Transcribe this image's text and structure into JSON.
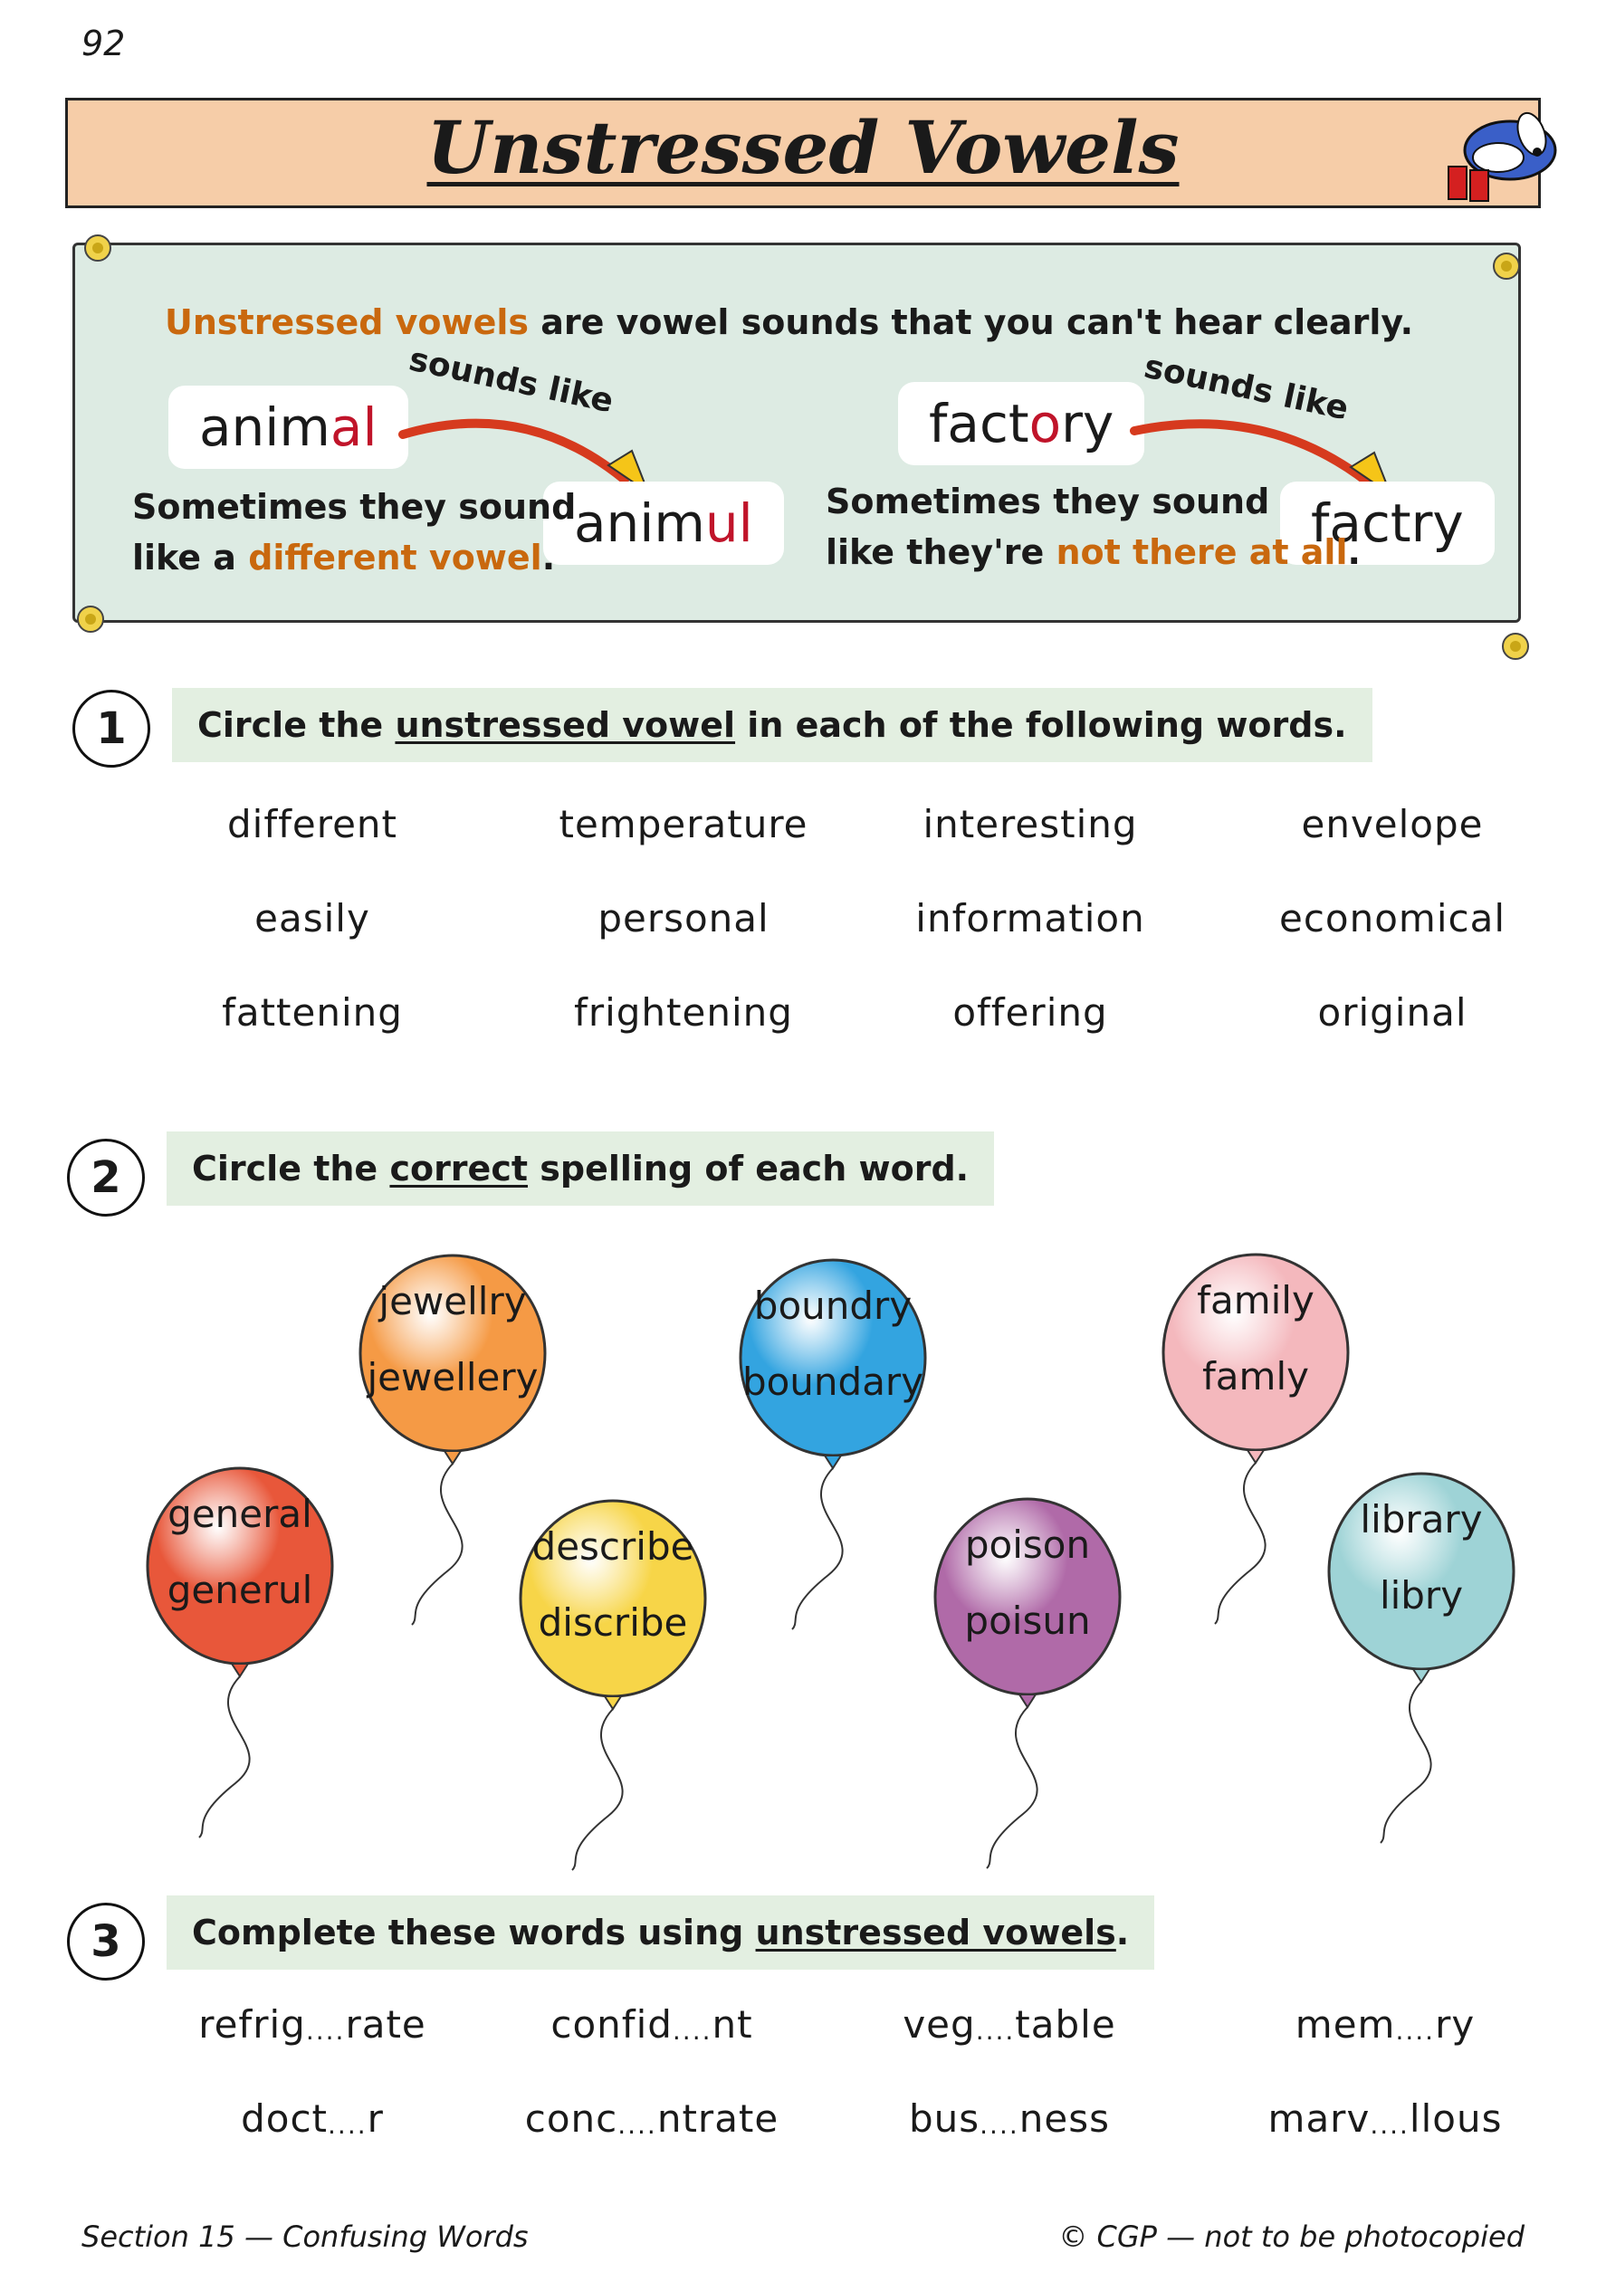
{
  "page_number": "92",
  "title": "Unstressed Vowels",
  "intro": {
    "highlight": "Unstressed vowels",
    "rest": " are vowel sounds that you can't hear clearly."
  },
  "sounds_like": "sounds like",
  "example1": {
    "word_a": "anim",
    "word_b": "al",
    "spelled_a": "anim",
    "spelled_b": "ul",
    "note_1": "Sometimes they sound",
    "note_2a": "like a ",
    "note_2b": "different vowel",
    "note_2c": "."
  },
  "example2": {
    "word_a": "fact",
    "word_b": "o",
    "word_c": "ry",
    "spelled": "factry",
    "note_1": "Sometimes they sound",
    "note_2a": "like they're ",
    "note_2b": "not there at all",
    "note_2c": "."
  },
  "q1": {
    "number": "1",
    "text_a": "Circle the ",
    "text_u": "unstressed vowel",
    "text_b": " in each of the following words.",
    "words": [
      [
        "different",
        "temperature",
        "interesting",
        "envelope"
      ],
      [
        "easily",
        "personal",
        "information",
        "economical"
      ],
      [
        "fattening",
        "frightening",
        "offering",
        "original"
      ]
    ]
  },
  "q2": {
    "number": "2",
    "text_a": "Circle the ",
    "text_u": "correct",
    "text_b": " spelling of each word.",
    "balloons": [
      {
        "top": "general",
        "bottom": "generul",
        "color": "#e8573a"
      },
      {
        "top": "jewellry",
        "bottom": "jewellery",
        "color": "#f59a45"
      },
      {
        "top": "describe",
        "bottom": "discribe",
        "color": "#f7d548"
      },
      {
        "top": "boundry",
        "bottom": "boundary",
        "color": "#33a4e0"
      },
      {
        "top": "poison",
        "bottom": "poisun",
        "color": "#b06aa8"
      },
      {
        "top": "family",
        "bottom": "famly",
        "color": "#f4b8bd"
      },
      {
        "top": "library",
        "bottom": "libry",
        "color": "#9ed3d6"
      }
    ]
  },
  "q3": {
    "number": "3",
    "text_a": "Complete these words using ",
    "text_u": "unstressed vowels",
    "text_b": ".",
    "dots": "....",
    "words": [
      [
        {
          "a": "refrig",
          "b": "rate"
        },
        {
          "a": "confid",
          "b": "nt"
        },
        {
          "a": "veg",
          "b": "table"
        },
        {
          "a": "mem",
          "b": "ry"
        }
      ],
      [
        {
          "a": "doct",
          "b": "r"
        },
        {
          "a": "conc",
          "b": "ntrate"
        },
        {
          "a": "bus",
          "b": "ness"
        },
        {
          "a": "marv",
          "b": "llous"
        }
      ]
    ]
  },
  "footer": {
    "left": "Section 15 — Confusing Words",
    "right": "© CGP — not to be photocopied"
  }
}
